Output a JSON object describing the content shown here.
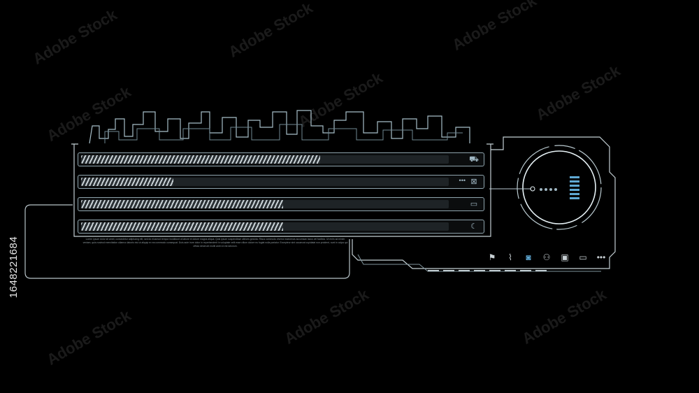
{
  "side_label": "1648221684",
  "watermark": "Adobe Stock",
  "bars": [
    {
      "icon": "truck-icon",
      "glyph": "⛟",
      "fill": 0.65
    },
    {
      "icon": "close-box-icon",
      "glyph": "⊠",
      "fill": 0.25,
      "dots": "•••"
    },
    {
      "icon": "chat-icon",
      "glyph": "▭",
      "fill": 0.55
    },
    {
      "icon": "moon-icon",
      "glyph": "☾",
      "fill": 0.55
    }
  ],
  "info_text": "Lorem ipsum dolor sit amet, consectetur adipiscing elit, sed do eiusmod tempor incididunt ut labore et dolore magna aliqua. Quis ipsum suspendisse ultrices gravida. Risus commodo viverra maecenas accumsan lacus vel facilisis. Ut enim ad minim veniam, quis nostrud exercitation ullamco laboris nisi ut aliquip ex ea commodo consequat. Duis aute irure dolor in reprehenderit in voluptate velit esse cillum dolore eu fugiat nulla pariatur. Excepteur sint occaecat cupidatat non proident, sunt in culpa qui officia deserunt mollit anim id est laborum.",
  "toolbar": [
    {
      "icon": "flag-icon",
      "glyph": "⚑"
    },
    {
      "icon": "paperclip-icon",
      "glyph": "⌇"
    },
    {
      "icon": "camera-icon",
      "glyph": "◙",
      "accent": true
    },
    {
      "icon": "users-icon",
      "glyph": "⚇"
    },
    {
      "icon": "photo-icon",
      "glyph": "▣"
    },
    {
      "icon": "video-icon",
      "glyph": "▭"
    },
    {
      "icon": "more-icon",
      "glyph": "•••"
    }
  ],
  "colors": {
    "accent": "#5fa8d3",
    "line": "#8fa4ad"
  }
}
